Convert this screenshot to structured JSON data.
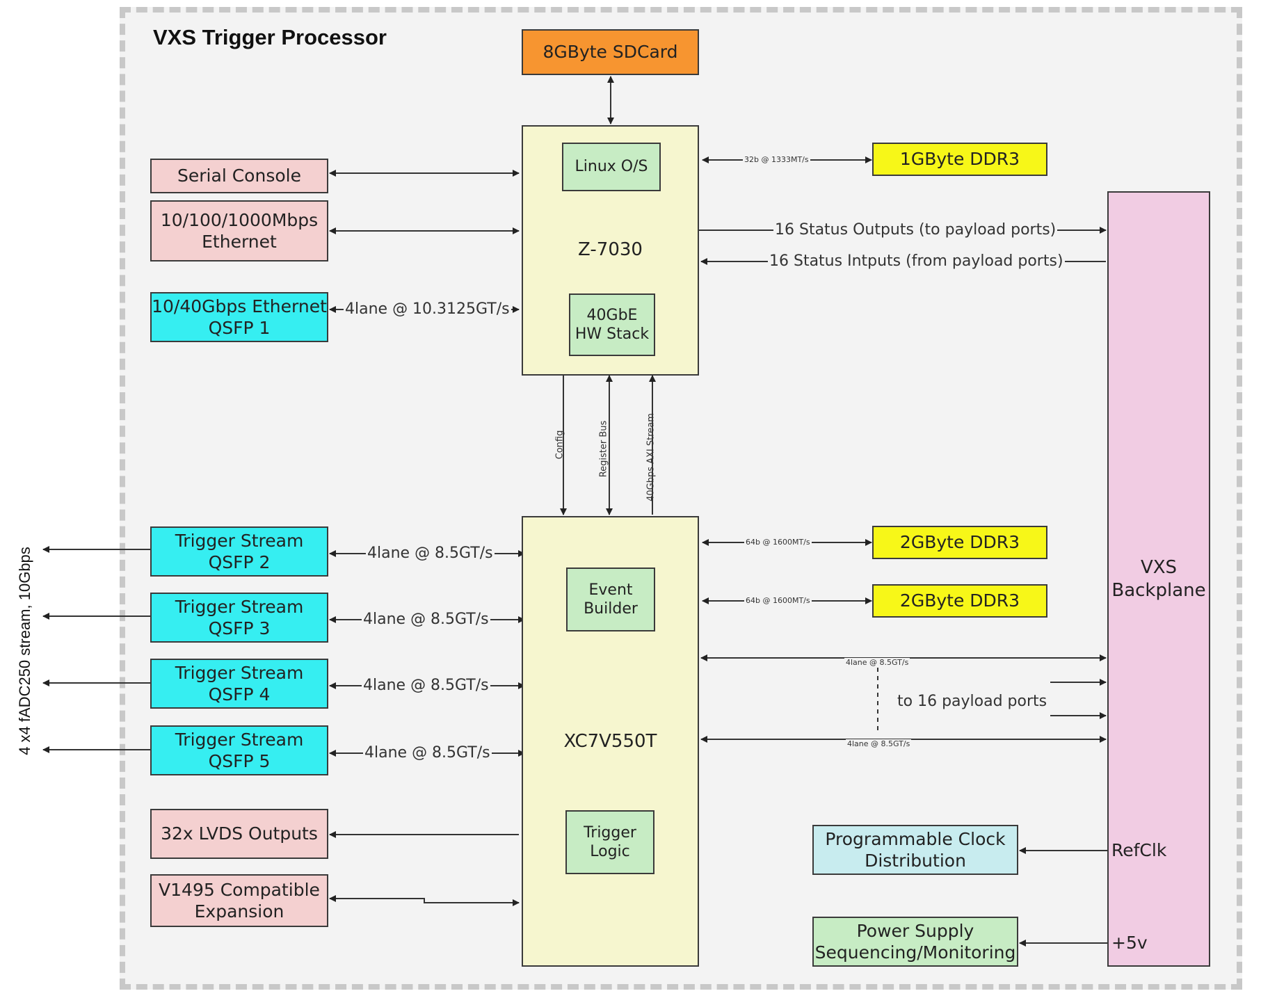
{
  "title": "VXS Trigger Processor",
  "blocks": {
    "sdcard": "8GByte SDCard",
    "serial_console": "Serial Console",
    "ethernet_1g": "10/100/1000Mbps\nEthernet",
    "ethernet_40g": "10/40Gbps Ethernet\nQSFP 1",
    "zynq": "Z-7030",
    "linux": "Linux O/S",
    "hw_stack": "40GbE\nHW Stack",
    "ddr3_1g": "1GByte DDR3",
    "ddr3_2g_a": "2GByte DDR3",
    "ddr3_2g_b": "2GByte DDR3",
    "virtex": "XC7V550T",
    "event_builder": "Event\nBuilder",
    "trigger_logic": "Trigger\nLogic",
    "qsfp2": "Trigger Stream\nQSFP 2",
    "qsfp3": "Trigger Stream\nQSFP 3",
    "qsfp4": "Trigger Stream\nQSFP 4",
    "qsfp5": "Trigger Stream\nQSFP 5",
    "lvds": "32x LVDS Outputs",
    "v1495": "V1495 Compatible\nExpansion",
    "backplane": "VXS\nBackplane",
    "clock": "Programmable Clock\nDistribution",
    "power": "Power Supply\nSequencing/Monitoring"
  },
  "links": {
    "ddr_1g": "32b @ 1333MT/s",
    "ddr_2g_a": "64b @ 1600MT/s",
    "ddr_2g_b": "64b @ 1600MT/s",
    "qsfp1": "4lane @ 10.3125GT/s",
    "qsfp2": "4lane @ 8.5GT/s",
    "qsfp3": "4lane @ 8.5GT/s",
    "qsfp4": "4lane @ 8.5GT/s",
    "qsfp5": "4lane @ 8.5GT/s",
    "status_out": "16 Status Outputs (to payload ports)",
    "status_in": "16 Status Intputs (from payload ports)",
    "payload_top": "4lane @ 8.5GT/s",
    "payload_bottom": "4lane @ 8.5GT/s",
    "payload_ports": "to 16 payload ports",
    "config": "Config",
    "register_bus": "Register Bus",
    "axi_stream": "40Gbps AXI Stream",
    "refclk": "RefClk",
    "plus5v": "+5v",
    "outer": "4 x4 fADC250 stream, 10Gbps"
  }
}
